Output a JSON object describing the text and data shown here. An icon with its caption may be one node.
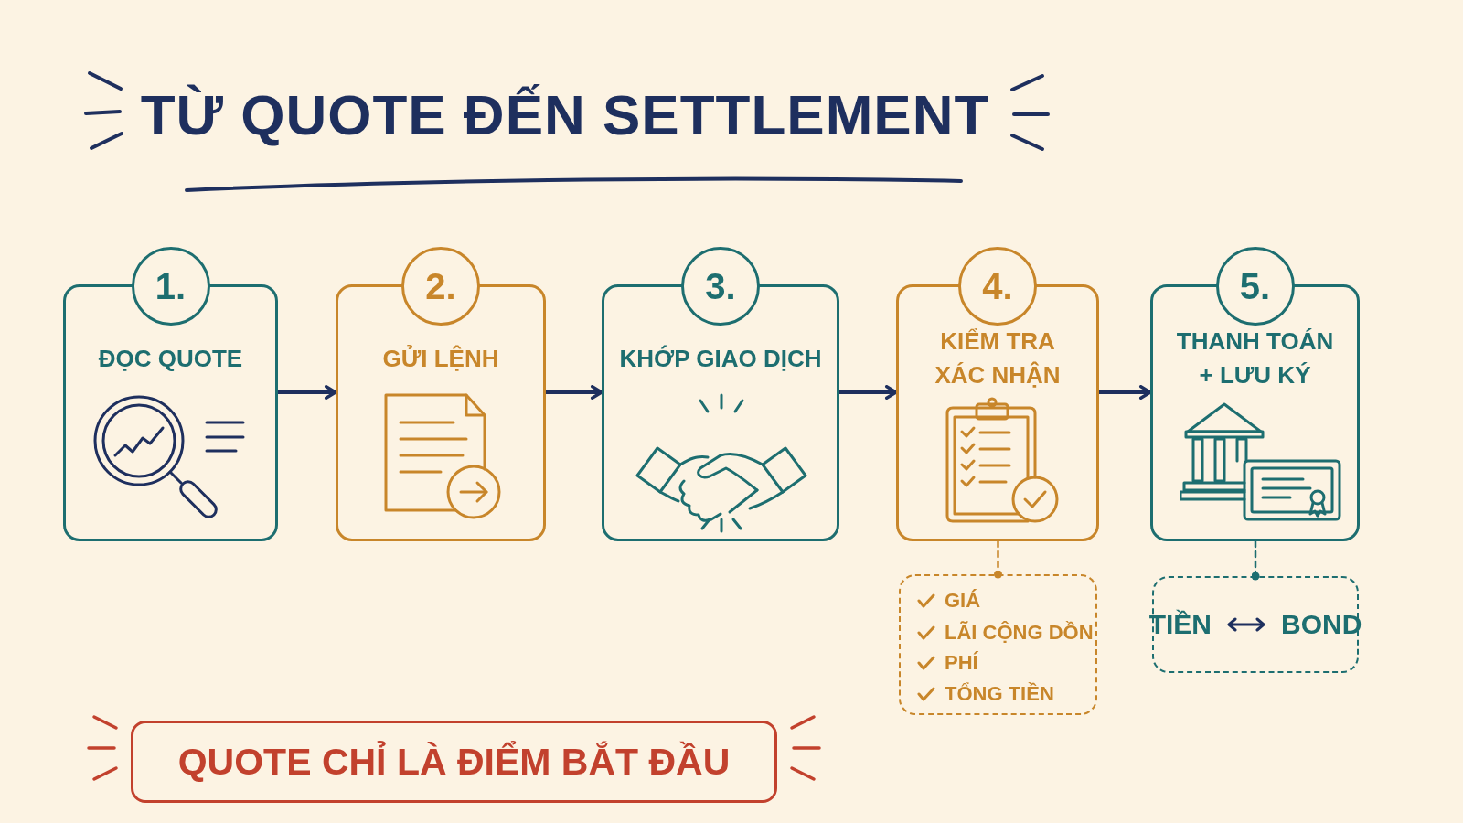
{
  "diagram": {
    "title": "TỪ QUOTE ĐẾN SETTLEMENT",
    "nodes": [
      {
        "text": [
          "1.",
          "ĐỌC QUOTE"
        ]
      },
      {
        "text": [
          "2.",
          "GỬI LỆNH"
        ]
      },
      {
        "text": [
          "3.",
          "KHỚP GIAO DỊCH"
        ]
      },
      {
        "text": [
          "4.",
          "KIỂM TRA XÁC NHẬN"
        ]
      },
      {
        "text": [
          "5.",
          "THANH TOÁN + LƯU KÝ"
        ]
      },
      {
        "text": [
          "GIÁ",
          "LÃI CỘNG DỒN",
          "PHÍ",
          "TỔNG TIỀN"
        ]
      },
      {
        "text": [
          "TIỀN",
          "BOND"
        ]
      },
      {
        "text": [
          "QUOTE CHỈ LÀ ĐIỂM BẮT ĐẦU"
        ]
      }
    ],
    "edges": [
      {
        "from": 0,
        "to": 1,
        "arrow": "to"
      },
      {
        "from": 1,
        "to": 2,
        "arrow": "to"
      },
      {
        "from": 2,
        "to": 3,
        "arrow": "to"
      },
      {
        "from": 3,
        "to": 4,
        "arrow": "to"
      },
      {
        "from": 3,
        "to": 5,
        "arrow": "other",
        "style": "dashed",
        "color": "#c8862a"
      },
      {
        "from": 4,
        "to": 6,
        "arrow": "other",
        "style": "dashed",
        "color": "#1d6e70"
      }
    ]
  }
}
